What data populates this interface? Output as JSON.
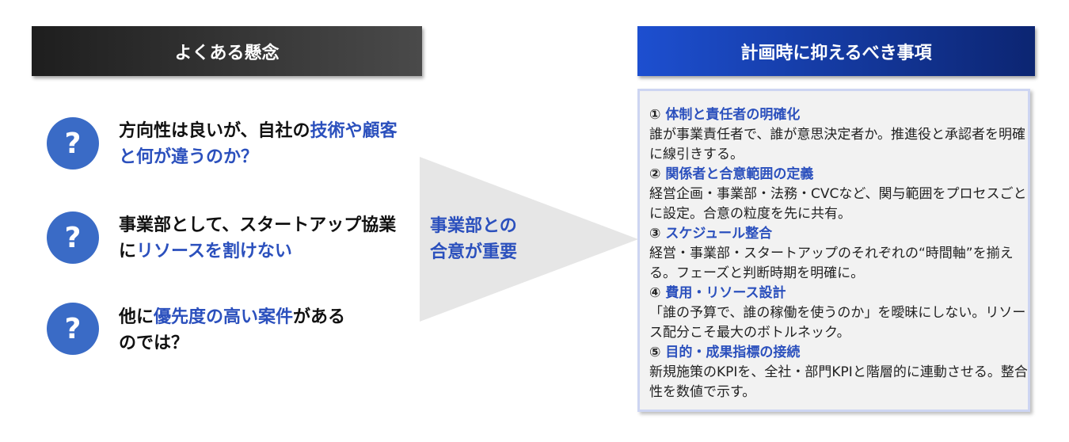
{
  "left_header": "よくある懸念",
  "right_header": "計画時に抑えるべき事項",
  "question_mark": "?",
  "concerns": [
    [
      {
        "t": "方向性は良いが、自社の",
        "c": "k"
      },
      {
        "t": "技術や顧客と何が違うのか？",
        "c": "b"
      }
    ],
    [
      {
        "t": "事業部として、スタートアップ協業に",
        "c": "k"
      },
      {
        "t": "リソースを割けない",
        "c": "b"
      }
    ],
    [
      {
        "t": "他に",
        "c": "k"
      },
      {
        "t": "優先度の高い案件",
        "c": "b"
      },
      {
        "t": "があるのでは？",
        "c": "k"
      }
    ]
  ],
  "center_message": [
    "事業部との",
    "合意が重要"
  ],
  "items": [
    {
      "num": "①",
      "title": "体制と責任者の明確化",
      "body": "誰が事業責任者で、誰が意思決定者か。推進役と承認者を明確に線引きする。"
    },
    {
      "num": "②",
      "title": "関係者と合意範囲の定義",
      "body": "経営企画・事業部・法務・CVCなど、関与範囲をプロセスごとに設定。合意の粒度を先に共有。"
    },
    {
      "num": "③",
      "title": "スケジュール整合",
      "body": "経営・事業部・スタートアップのそれぞれの“時間軸”を揃える。フェーズと判断時期を明確に。"
    },
    {
      "num": "④",
      "title": "費用・リソース設計",
      "body": "「誰の予算で、誰の稼働を使うのか」を曖昧にしない。リソース配分こそ最大のボトルネック。"
    },
    {
      "num": "⑤",
      "title": "目的・成果指標の接続",
      "body": "新規施策のKPIを、全社・部門KPIと階層的に連動させる。整合性を数値で示す。"
    }
  ]
}
